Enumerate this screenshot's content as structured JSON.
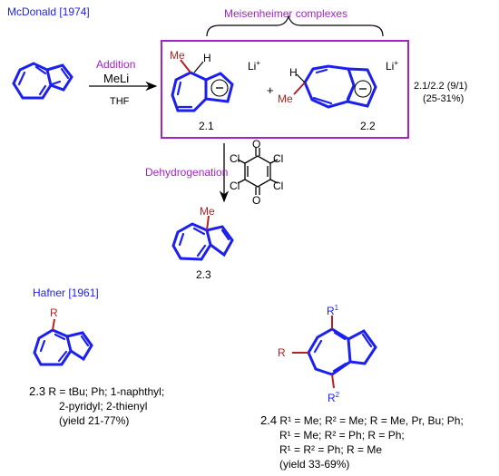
{
  "colors": {
    "bond": "#1b1ff0",
    "accent": "#a323c8",
    "substituent": "#b22222",
    "text": "#000000"
  },
  "header": {
    "source1": "McDonald [1974]",
    "group_label": "Meisenheimer complexes"
  },
  "step1": {
    "label": "Addition",
    "reagent": "MeLi",
    "solvent": "THF"
  },
  "complex_21": {
    "me": "Me",
    "h": "H",
    "li": "Li",
    "li_charge": "+",
    "charge": "−",
    "number": "2.1"
  },
  "plus": "+",
  "complex_22": {
    "me": "Me",
    "h": "H",
    "li": "Li",
    "li_charge": "+",
    "charge": "−",
    "number": "2.2"
  },
  "ratio": {
    "line1": "2.1/2.2 (9/1)",
    "line2": "(25-31%)"
  },
  "step2": {
    "label": "Dehydrogenation",
    "cl": "Cl",
    "o": "O"
  },
  "product_23": {
    "me": "Me",
    "number": "2.3"
  },
  "hafner": {
    "source2": "Hafner [1961]",
    "r": "R",
    "number": "2.3",
    "line1": " R = tBu; Ph; 1-naphthyl;",
    "line2": "2-pyridyl; 2-thienyl",
    "line3": "(yield 21-77%)"
  },
  "compound_24": {
    "r": "R",
    "r1": "R",
    "r1_sup": "1",
    "r2": "R",
    "r2_sup": "2",
    "number": "2.4",
    "line1": " R¹ = Me; R² = Me; R = Me, Pr, Bu; Ph;",
    "line2": "R¹ = Me; R² = Ph; R = Ph;",
    "line3": "R¹ = R² = Ph; R = Me",
    "line4": "(yield 33-69%)"
  }
}
